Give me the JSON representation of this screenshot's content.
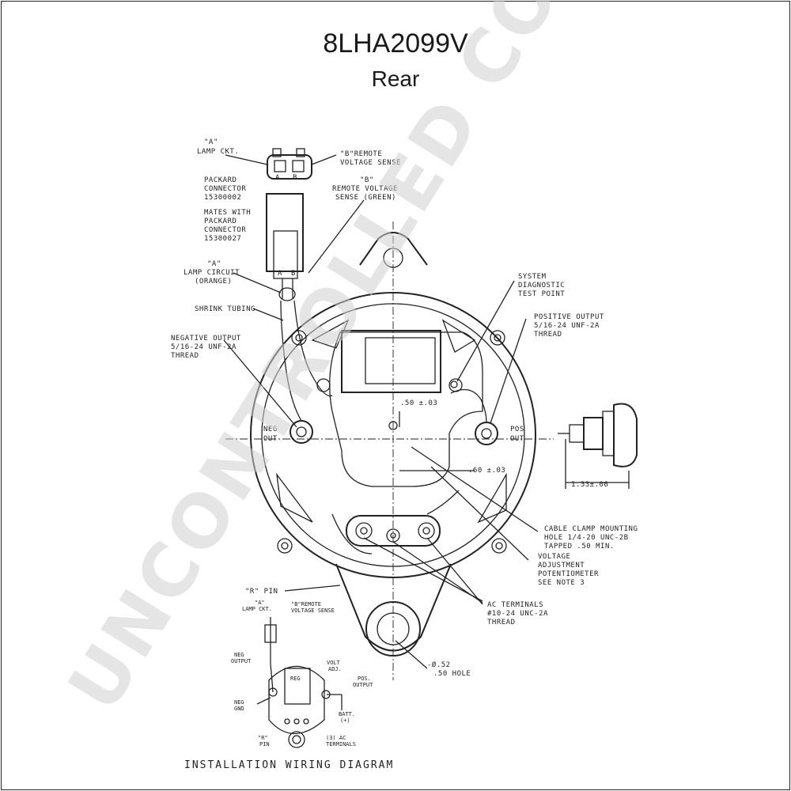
{
  "title": "8LHA2099V",
  "subtitle": "Rear",
  "watermark": "UNCONTROLLED COPY",
  "labels": {
    "a_lamp_ckt": [
      "\"A\"",
      "LAMP CKT."
    ],
    "b_remote_sense": [
      "\"B\"REMOTE",
      "VOLTAGE SENSE"
    ],
    "pin_a": "A",
    "pin_b": "B",
    "packard": [
      "PACKARD",
      "CONNECTOR",
      "15300002"
    ],
    "mates_with": [
      "MATES WITH",
      "PACKARD",
      "CONNECTOR",
      "15300027"
    ],
    "b_remote_green": [
      "\"B\"",
      "REMOTE VOLTAGE",
      "SENSE (GREEN)"
    ],
    "a_lamp_circuit": [
      "\"A\"",
      "LAMP CIRCUIT",
      "(ORANGE)"
    ],
    "shrink_tubing": "SHRINK TUBING",
    "neg_output": [
      "NEGATIVE OUTPUT",
      "5/16-24 UNF-2A",
      "THREAD"
    ],
    "sys_diag": [
      "SYSTEM",
      "DIAGNOSTIC",
      "TEST POINT"
    ],
    "pos_output": [
      "POSITIVE OUTPUT",
      "5/16-24 UNF-2A",
      "THREAD"
    ],
    "neg_out": [
      "NEG",
      "OUT"
    ],
    "pos_out": [
      "POS",
      "OUT"
    ],
    "dim_50": ".50 ±.03",
    "dim_60": ".60 ±.03",
    "dim_133": "1.33±.06",
    "cable_clamp": [
      "CABLE CLAMP MOUNTING",
      "HOLE 1/4-20 UNC-2B",
      "TAPPED .50 MIN."
    ],
    "volt_adj": [
      "VOLTAGE",
      "ADJUSTMENT",
      "POTENTIOMETER",
      "SEE NOTE 3"
    ],
    "r_pin": "\"R\" PIN",
    "ac_terminals": [
      "AC TERMINALS",
      "#10-24 UNC-2A",
      "THREAD"
    ],
    "hole": [
      "-Ø.52",
      ".50 HOLE"
    ],
    "wd_title": "INSTALLATION WIRING DIAGRAM",
    "wd_a_lamp": [
      "\"A\"",
      "LAMP CKT."
    ],
    "wd_b_remote": [
      "\"B\"REMOTE",
      "VOLTAGE SENSE"
    ],
    "wd_volt_adj": [
      "VOLT",
      "ADJ."
    ],
    "wd_neg_output": [
      "NEG",
      "OUTPUT"
    ],
    "wd_reg": "REG",
    "wd_pos_output": [
      "POS.",
      "OUTPUT"
    ],
    "wd_neg_gnd": [
      "NEG",
      "GND"
    ],
    "wd_batt": [
      "BATT.",
      "(+)"
    ],
    "wd_r_pin": [
      "\"R\"",
      "PIN"
    ],
    "wd_ac_terms": [
      "(3) AC",
      "TERMINALS"
    ]
  }
}
